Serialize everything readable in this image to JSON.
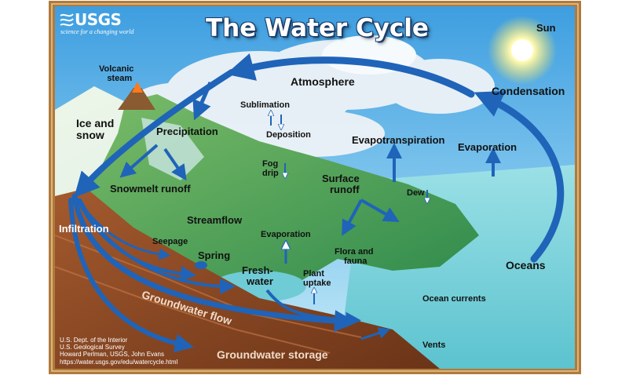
{
  "title": "The Water Cycle",
  "logo": {
    "wordmark": "USGS",
    "tagline": "science for a changing world"
  },
  "labels": {
    "sun": "Sun",
    "volcanic_steam": [
      "Volcanic",
      "steam"
    ],
    "atmosphere": "Atmosphere",
    "condensation": "Condensation",
    "ice_and_snow": [
      "Ice and",
      "snow"
    ],
    "precipitation": "Precipitation",
    "sublimation": "Sublimation",
    "deposition": "Deposition",
    "evapotranspiration": "Evapotranspiration",
    "evaporation_ocean": "Evaporation",
    "fog_drip": [
      "Fog",
      "drip"
    ],
    "surface_runoff": [
      "Surface",
      "runoff"
    ],
    "dew": "Dew",
    "snowmelt_runoff": "Snowmelt runoff",
    "streamflow": "Streamflow",
    "infiltration": "Infiltration",
    "seepage": "Seepage",
    "evaporation_land": "Evaporation",
    "spring": "Spring",
    "flora_and_fauna": [
      "Flora and",
      "fauna"
    ],
    "freshwater": [
      "Fresh-",
      "water"
    ],
    "plant_uptake": [
      "Plant",
      "uptake"
    ],
    "oceans": "Oceans",
    "ocean_currents": "Ocean currents",
    "groundwater_flow": "Groundwater flow",
    "vents": "Vents",
    "groundwater_storage": "Groundwater storage"
  },
  "credits": [
    "U.S. Dept. of the Interior",
    "U.S. Geological Survey",
    "Howard Perlman, USGS, John Evans",
    "https://water.usgs.gov/edu/watercycle.html"
  ],
  "colors": {
    "frame": "#b07a3c",
    "sky": "#5fb6e6",
    "ocean": "#7fd3da",
    "land": "#3f9e5e",
    "soil": "#8a4a26",
    "arrow": "#1f64b8"
  }
}
